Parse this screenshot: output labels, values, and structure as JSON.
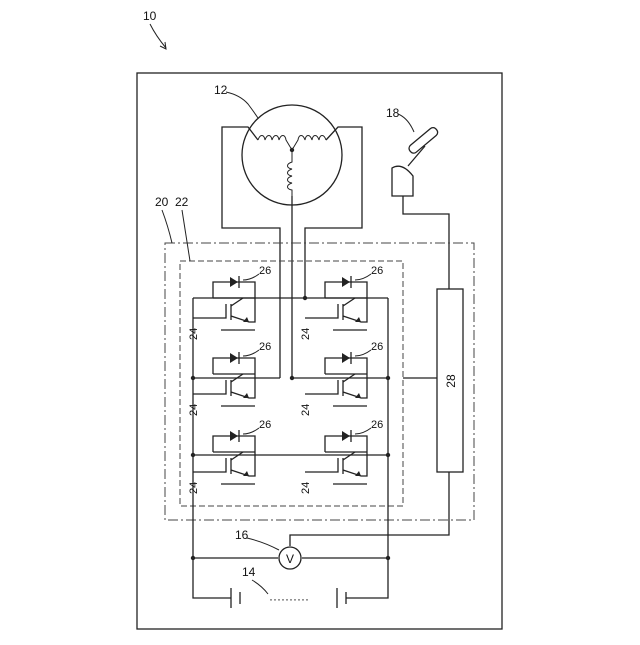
{
  "labels": {
    "device": "10",
    "motor": "12",
    "battery": "14",
    "voltmeter": "16",
    "voltmeter_symbol": "V",
    "pedal": "18",
    "controller_outer": "20",
    "inverter": "22",
    "switch": "24",
    "diode": "26",
    "control_unit": "28",
    "battery_dots": "··········"
  }
}
